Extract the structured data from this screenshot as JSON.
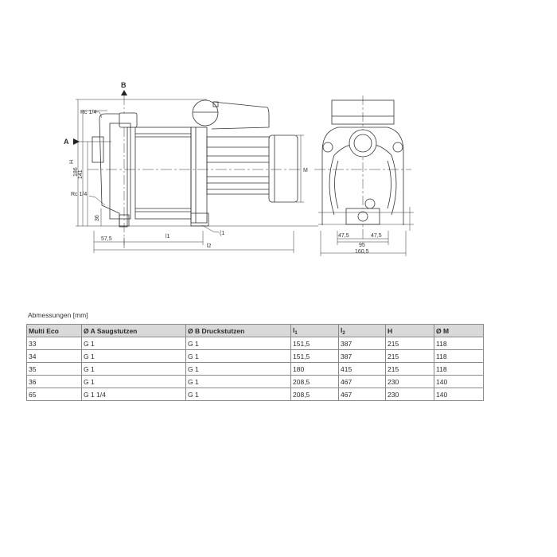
{
  "drawing": {
    "labels": {
      "b": "B",
      "a": "A",
      "h": "H",
      "m": "M",
      "rc_top": "Rc 1/4",
      "rc_bottom": "Rc 1/4",
      "dim_186": "186",
      "dim_141": "141",
      "dim_36": "36",
      "dim_57_5": "57,5",
      "l1": "l1",
      "l2": "l2",
      "note_1": "(1",
      "dim_47_5_left": "47,5",
      "dim_47_5_right": "47,5",
      "dim_95": "95",
      "dim_160_5": "160,5"
    }
  },
  "table": {
    "caption": "Abmessungen [mm]",
    "headers": [
      "Multi Eco",
      "Ø A Saugstutzen",
      "Ø B Druckstutzen",
      "l",
      "l",
      "H",
      "Ø M"
    ],
    "header_subscripts": [
      "",
      "",
      "",
      "1",
      "2",
      "",
      ""
    ],
    "rows": [
      [
        "33",
        "G 1",
        "G 1",
        "151,5",
        "387",
        "215",
        "118"
      ],
      [
        "34",
        "G 1",
        "G 1",
        "151,5",
        "387",
        "215",
        "118"
      ],
      [
        "35",
        "G 1",
        "G 1",
        "180",
        "415",
        "215",
        "118"
      ],
      [
        "36",
        "G 1",
        "G 1",
        "208,5",
        "467",
        "230",
        "140"
      ],
      [
        "65",
        "G 1 1/4",
        "G 1",
        "208,5",
        "467",
        "230",
        "140"
      ]
    ]
  },
  "colors": {
    "line": "#333333",
    "header_bg": "#d9d9d9",
    "border": "#8a8a8a"
  }
}
